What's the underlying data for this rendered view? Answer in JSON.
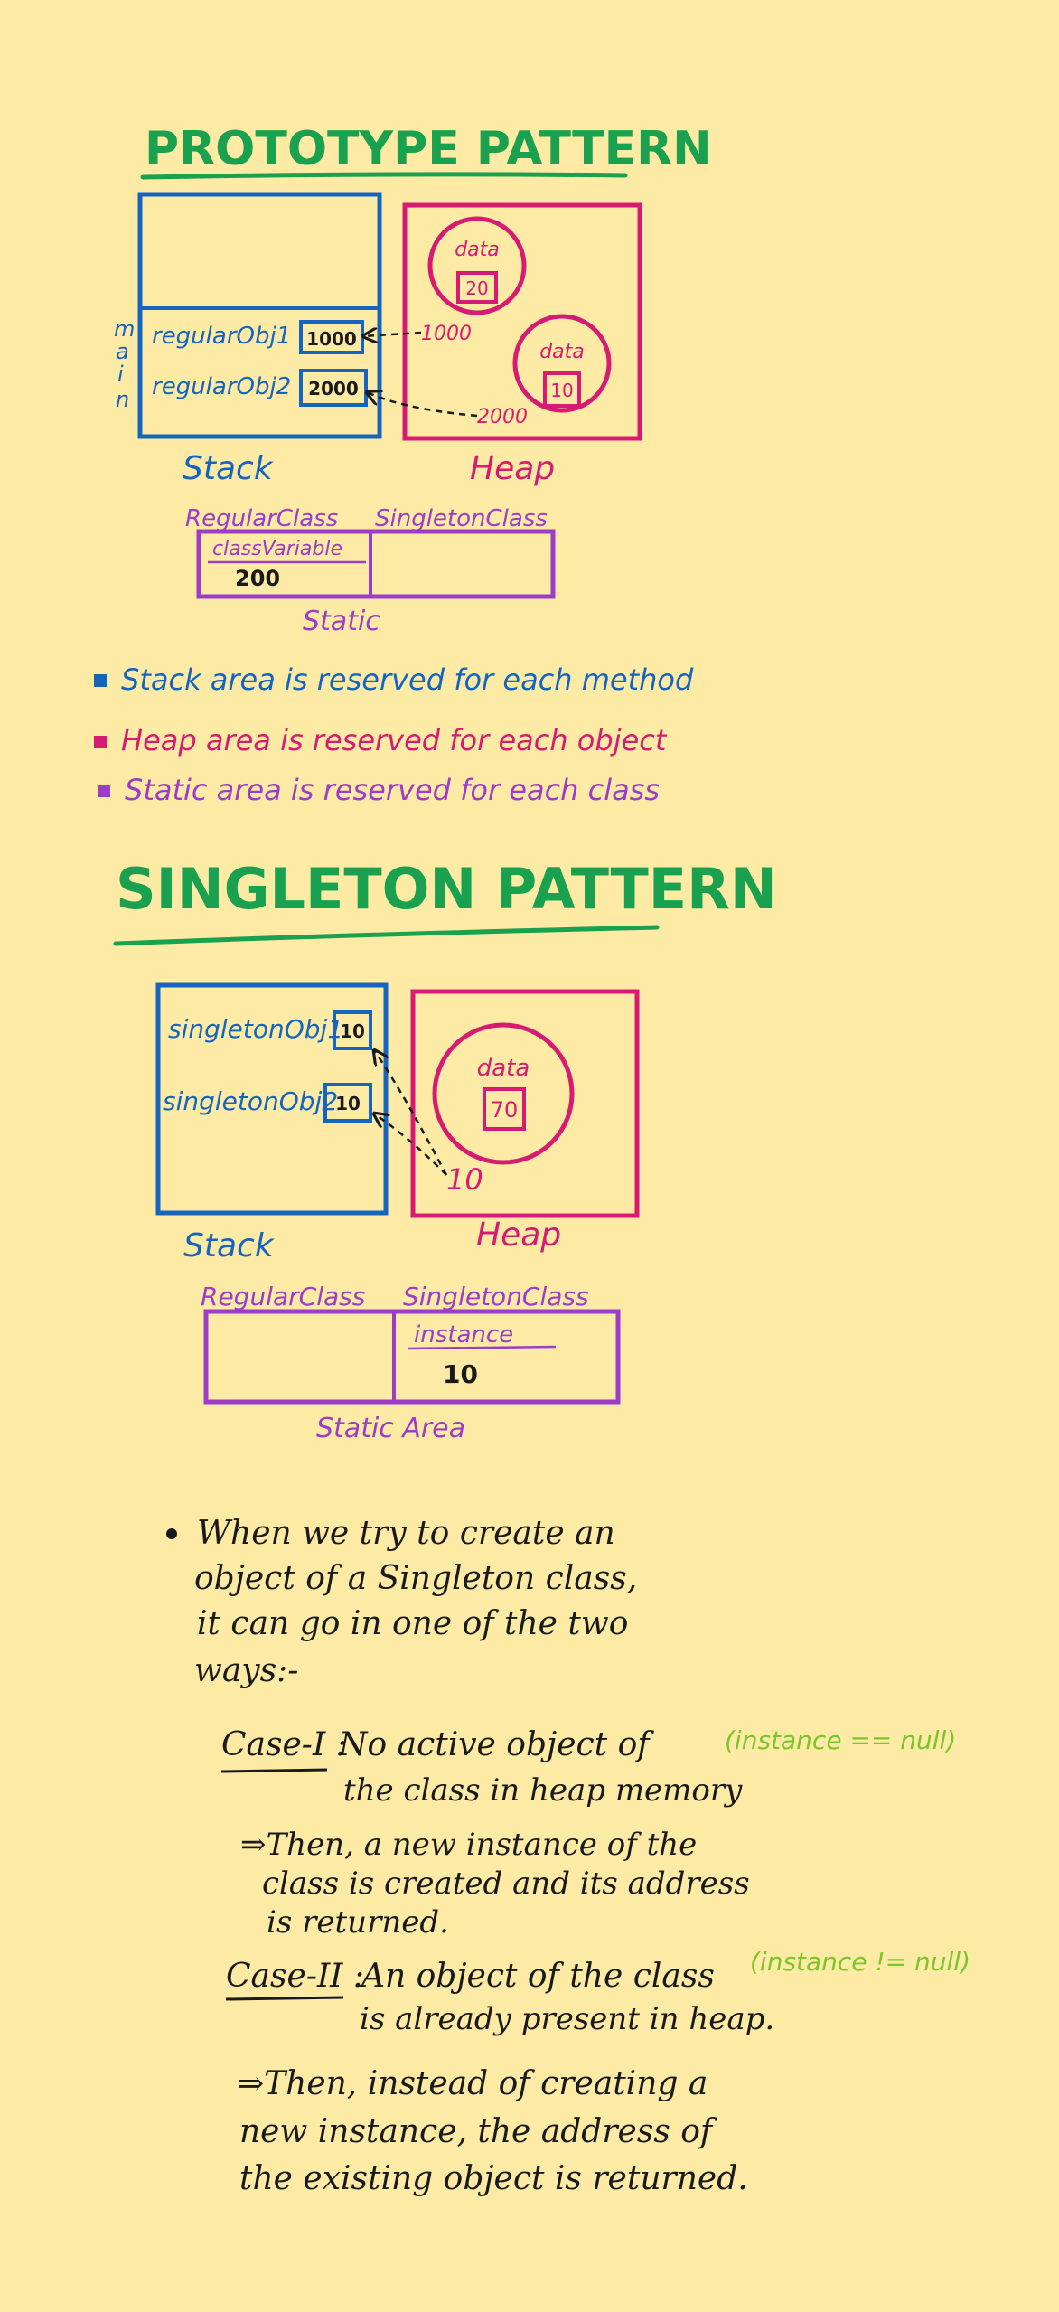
{
  "colors": {
    "background": "#FDEBA5",
    "green": "#1AA150",
    "blue": "#1565C0",
    "magenta": "#D81B72",
    "purple": "#9C3CC8",
    "black": "#1A1A1A",
    "lime": "#7DC42A"
  },
  "prototype": {
    "title": "PROTOTYPE PATTERN",
    "main_label": [
      "m",
      "a",
      "i",
      "n"
    ],
    "stack_rows": [
      {
        "name": "regularObj1",
        "value": "1000"
      },
      {
        "name": "regularObj2",
        "value": "2000"
      }
    ],
    "heap_objects": [
      {
        "field": "data",
        "value": "20",
        "address": "1000"
      },
      {
        "field": "data",
        "value": "10",
        "address": "2000"
      }
    ],
    "stack_label": "Stack",
    "heap_label": "Heap",
    "static_classes": [
      "RegularClass",
      "SingletonClass"
    ],
    "static_var_name": "classVariable",
    "static_var_value": "200",
    "static_label": "Static"
  },
  "bullets": [
    {
      "text": "Stack area is reserved for each method",
      "color": "blue"
    },
    {
      "text": "Heap area is reserved for each object",
      "color": "magenta"
    },
    {
      "text": "Static area is reserved for each class",
      "color": "purple"
    }
  ],
  "singleton": {
    "title": "SINGLETON PATTERN",
    "stack_rows": [
      {
        "name": "singletonObj1",
        "value": "10"
      },
      {
        "name": "singletonObj2",
        "value": "10"
      }
    ],
    "heap_object": {
      "field": "data",
      "value": "70",
      "address": "10"
    },
    "stack_label": "Stack",
    "heap_label": "Heap",
    "static_classes": [
      "RegularClass",
      "SingletonClass"
    ],
    "static_var_name": "instance",
    "static_var_value": "10",
    "static_label": "Static Area"
  },
  "notes": {
    "intro": [
      "When we try to create an",
      "object of a Singleton class,",
      "it can go in one of the two",
      "ways:-"
    ],
    "case1_label": "Case-I :",
    "case1_text": [
      "No active object of",
      "the class in heap memory"
    ],
    "case1_condition": "(instance == null)",
    "case1_result": [
      "⇒Then, a new instance of the",
      "class is created and its address",
      "is returned."
    ],
    "case2_label": "Case-II :",
    "case2_text": [
      "An object of the class",
      "is already present in heap."
    ],
    "case2_condition": "(instance != null)",
    "case2_result": [
      "⇒Then, instead of creating a",
      "new instance, the address of",
      "the existing object is returned."
    ]
  }
}
